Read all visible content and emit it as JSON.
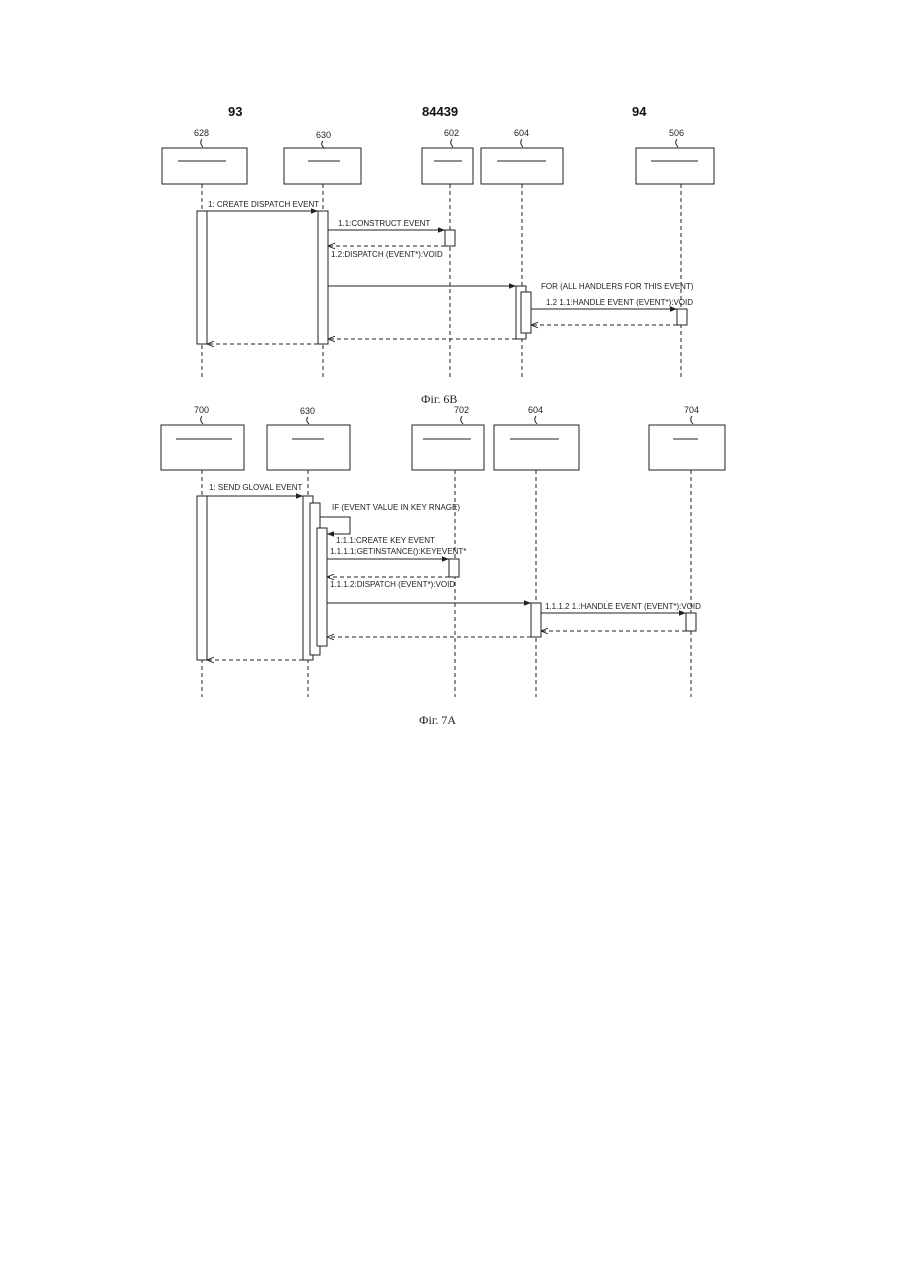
{
  "header": {
    "left": "93",
    "center": "84439",
    "right": "94"
  },
  "fig6b": {
    "caption": "Фіг. 6В",
    "refs": [
      "628",
      "630",
      "602",
      "604",
      "506"
    ],
    "messages": {
      "m1": "1: CREATE DISPATCH EVENT",
      "m11": "1.1:CONSTRUCT EVENT",
      "m12": "1.2:DISPATCH (EVENT*):VOID",
      "loop": "FOR (ALL HANDLERS FOR THIS EVENT)",
      "m121": "1.2 1.1:HANDLE EVENT (EVENT*):VOID"
    }
  },
  "fig7a": {
    "caption": "Фіг. 7А",
    "refs": [
      "700",
      "630",
      "702",
      "604",
      "704"
    ],
    "messages": {
      "m1": "1: SEND GLOVAL EVENT",
      "cond": "IF (EVENT VALUE IN KEY RNAGE)",
      "m111": "1.1.1:CREATE KEY EVENT",
      "m1111": "1.1.1.1:GETINSTANCE():KEYEVENT*",
      "m1112": "1.1.1.2:DISPATCH (EVENT*):VOID",
      "m1121": "1.1.1.2 1.:HANDLE EVENT (EVENT*):VOID"
    }
  }
}
